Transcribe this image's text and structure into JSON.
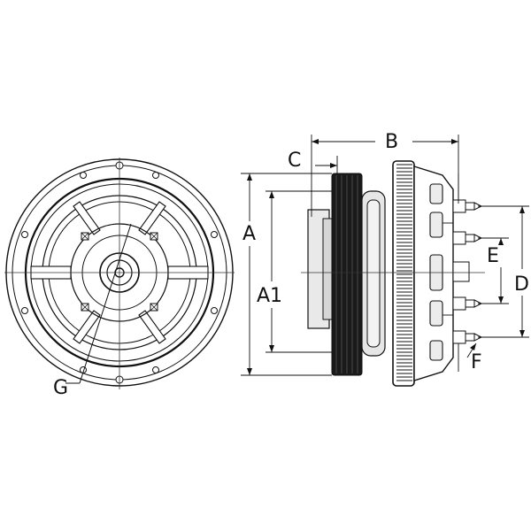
{
  "diagram": {
    "labels": {
      "A": "A",
      "A1": "A1",
      "B": "B",
      "C": "C",
      "D": "D",
      "E": "E",
      "F": "F",
      "G": "G"
    },
    "colors": {
      "line": "#111111",
      "fill_light": "#e6e6e6",
      "fill_mid": "#c8c8c8",
      "fill_dark": "#1a1a1a",
      "background": "#ffffff"
    }
  }
}
